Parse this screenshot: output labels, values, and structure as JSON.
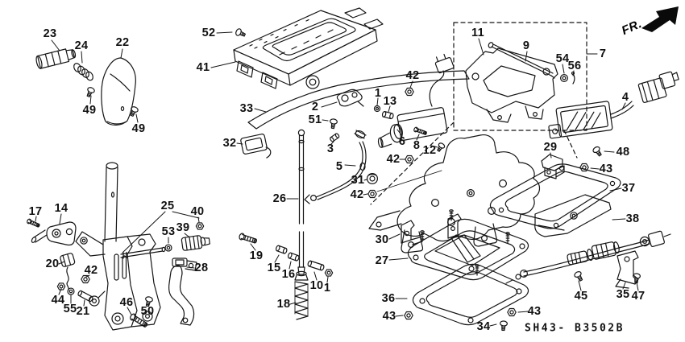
{
  "diagram": {
    "fr_label": "FR.",
    "diagram_code": "SH43- B3502B",
    "accent_color": "#111111",
    "background_color": "#ffffff",
    "callouts": {
      "c23": "23",
      "c24": "24",
      "c22": "22",
      "c49a": "49",
      "c49b": "49",
      "c52": "52",
      "c41": "41",
      "c33": "33",
      "c2": "2",
      "c51": "51",
      "c11": "11",
      "c9": "9",
      "c54": "54",
      "c56": "56",
      "c7": "7",
      "c4": "4",
      "c48": "48",
      "c43a": "43",
      "c29": "29",
      "c42a": "42",
      "c1a": "1",
      "c13": "13",
      "c6": "6",
      "c8": "8",
      "c12": "12",
      "c42b": "42",
      "c32": "32",
      "c26": "26",
      "c3": "3",
      "c5": "5",
      "c31": "31",
      "c42c": "42",
      "c30": "30",
      "c27": "27",
      "c36": "36",
      "c43b": "43",
      "c34": "34",
      "c43c": "43",
      "c37": "37",
      "c38": "38",
      "c45": "45",
      "c35": "35",
      "c47": "47",
      "c17": "17",
      "c14": "14",
      "c20": "20",
      "c42d": "42",
      "c44": "44",
      "c55": "55",
      "c21": "21",
      "c46": "46",
      "c50": "50",
      "c25": "25",
      "c53": "53",
      "c39": "39",
      "c40": "40",
      "c28": "28",
      "c19": "19",
      "c15": "15",
      "c16": "16",
      "c10": "10",
      "c1b": "1",
      "c18": "18"
    }
  }
}
